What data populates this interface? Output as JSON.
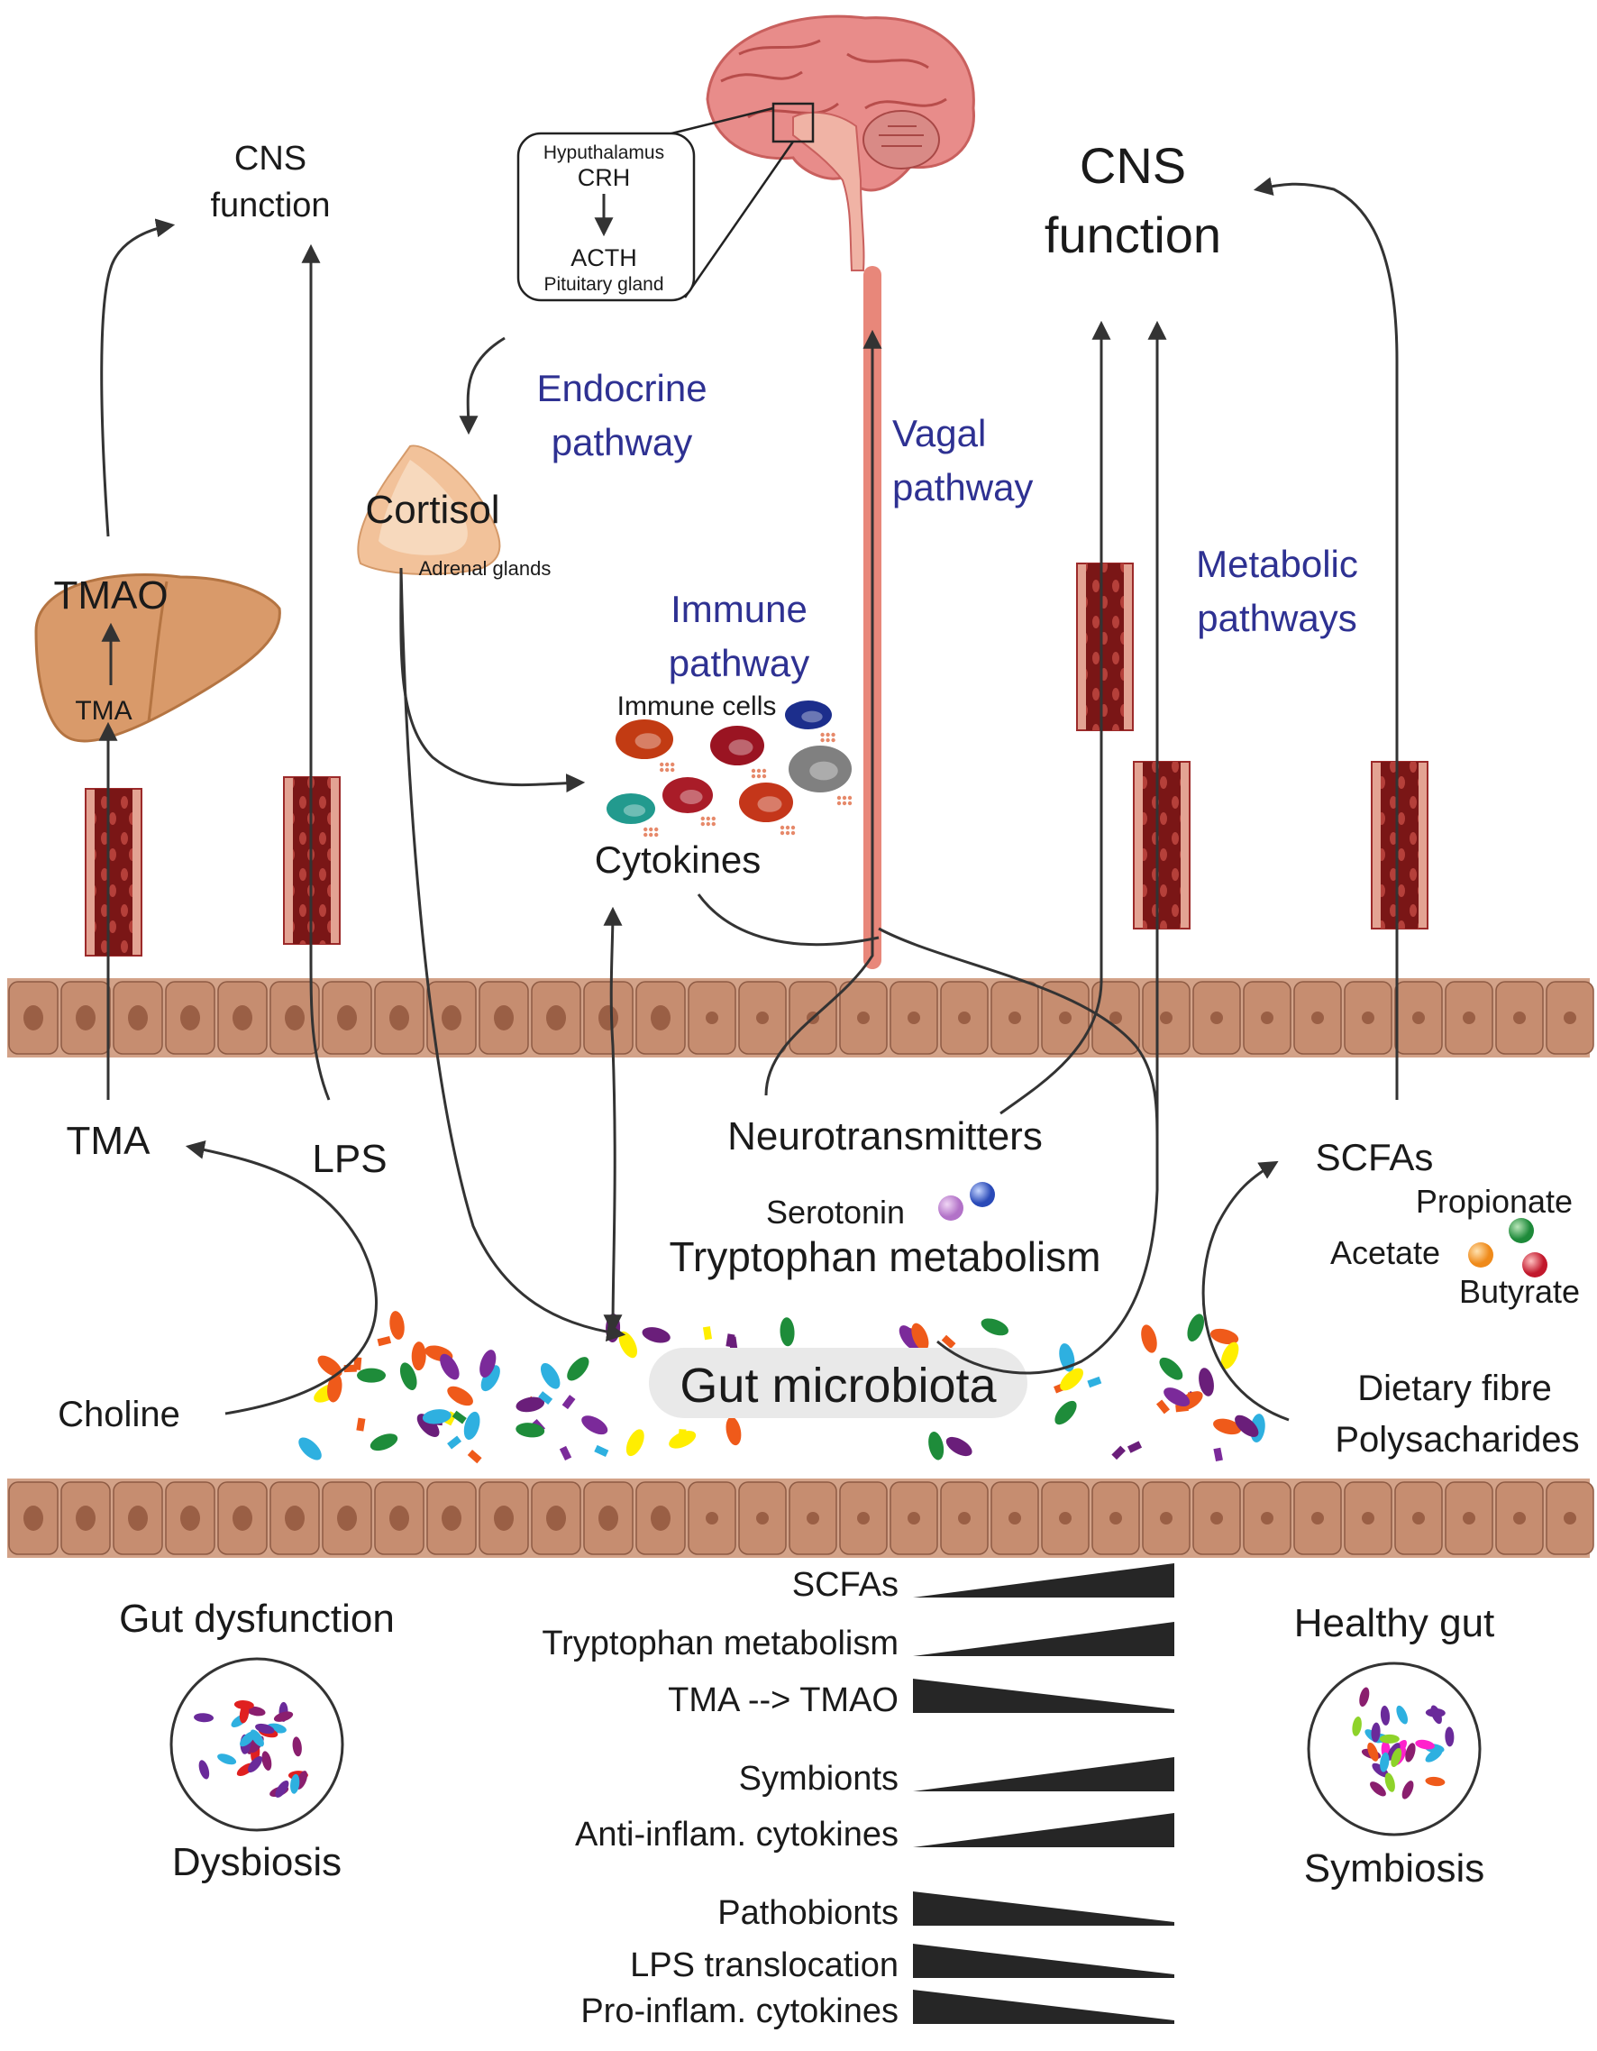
{
  "colors": {
    "pathway_blue": "#2e3192",
    "tissue": "#c48a6d",
    "vessel": "#8b1c1c",
    "vagal": "#e8877a",
    "wedge": "#262626"
  },
  "icons": [
    "brain-icon",
    "liver-icon",
    "adrenal-gland-icon",
    "immune-cell-icon",
    "bacteria-icon",
    "blood-vessel-icon",
    "petri-dish-icon"
  ],
  "top": {
    "cns_left": [
      "CNS",
      "function"
    ],
    "cns_right": [
      "CNS",
      "function"
    ]
  },
  "hpa_box": {
    "hypothalamus": "Hyputhalamus",
    "crh": "CRH",
    "acth": "ACTH",
    "pituitary": "Pituitary gland"
  },
  "pathways": {
    "endocrine": [
      "Endocrine",
      "pathway"
    ],
    "vagal": [
      "Vagal",
      "pathway"
    ],
    "metabolic": [
      "Metabolic",
      "pathways"
    ],
    "immune": [
      "Immune",
      "pathway"
    ]
  },
  "labels": {
    "cortisol": "Cortisol",
    "adrenal": "Adrenal glands",
    "tmao": "TMAO",
    "tma_liver": "TMA",
    "immune_cells": "Immune cells",
    "cytokines": "Cytokines",
    "tma": "TMA",
    "lps": "LPS",
    "neurotransmitters": "Neurotransmitters",
    "serotonin": "Serotonin",
    "tryptophan": "Tryptophan metabolism",
    "scfas": "SCFAs",
    "propionate": "Propionate",
    "acetate": "Acetate",
    "butyrate": "Butyrate",
    "choline": "Choline",
    "gut_microbiota": "Gut microbiota",
    "dietary_fibre": "Dietary fibre",
    "polysaccharides": "Polysacharides"
  },
  "bottom": {
    "left_title": "Gut dysfunction",
    "left_caption": "Dysbiosis",
    "right_title": "Healthy gut",
    "right_caption": "Symbiosis",
    "comparison": [
      {
        "label": "SCFAs",
        "trend": "increase"
      },
      {
        "label": "Tryptophan metabolism",
        "trend": "increase"
      },
      {
        "label": "TMA --> TMAO",
        "trend": "decrease"
      },
      {
        "label": "Symbionts",
        "trend": "increase"
      },
      {
        "label": "Anti-inflam. cytokines",
        "trend": "increase"
      },
      {
        "label": "Pathobionts",
        "trend": "decrease"
      },
      {
        "label": "LPS translocation",
        "trend": "decrease"
      },
      {
        "label": "Pro-inflam. cytokines",
        "trend": "decrease"
      }
    ]
  }
}
